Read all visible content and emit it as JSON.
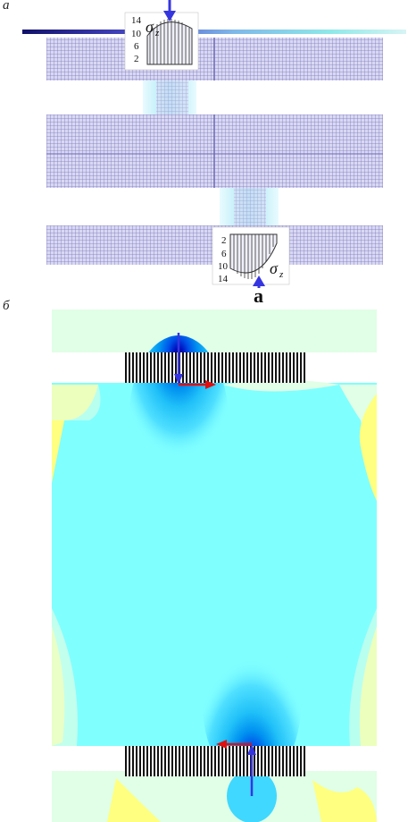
{
  "panels": {
    "a_label": "а",
    "b_label": "б"
  },
  "inset_top": {
    "ticks": [
      "14",
      "10",
      "6",
      "2"
    ],
    "symbol": "σ",
    "subscript": "z"
  },
  "inset_bottom": {
    "ticks": [
      "2",
      "6",
      "10",
      "14"
    ],
    "symbol": "σ",
    "subscript": "z",
    "marker": "a"
  },
  "colors": {
    "mesh": "#8a86c8",
    "mesh_grid": "#c9c7ea",
    "field_base": "#80ffff",
    "field_light": "#e0ffe6",
    "field_yellow": "#ffff80",
    "load_arrow": "#3535e0",
    "shear_arrow": "#e01010"
  }
}
